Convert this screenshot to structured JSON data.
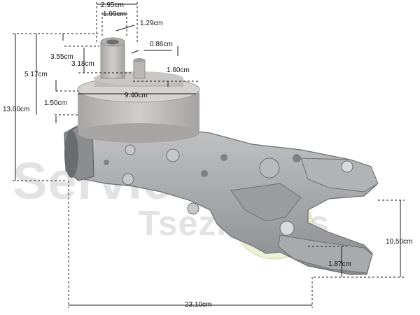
{
  "watermark": {
    "line1": "Service",
    "line2": "Tsezmetzis"
  },
  "dimensions": {
    "d_2_95": "2.95cm",
    "d_1_99": "1.99cm",
    "d_1_29": "1.29cm",
    "d_0_86": "0.86cm",
    "d_3_55": "3.55cm",
    "d_3_18": "3.18cm",
    "d_5_17": "5.17cm",
    "d_1_60": "1.60cm",
    "d_9_40": "9.40cm",
    "d_1_50": "1.50cm",
    "d_13_00": "13.00cm",
    "d_10_50": "10.50cm",
    "d_1_87": "1.87cm",
    "d_23_10": "23.10cm"
  },
  "colors": {
    "metal": "#a9a9ab",
    "metal_dark": "#6f7072",
    "cap": "#bdbcbb",
    "gear": "#e9efcf",
    "line": "#1a1a1a"
  }
}
